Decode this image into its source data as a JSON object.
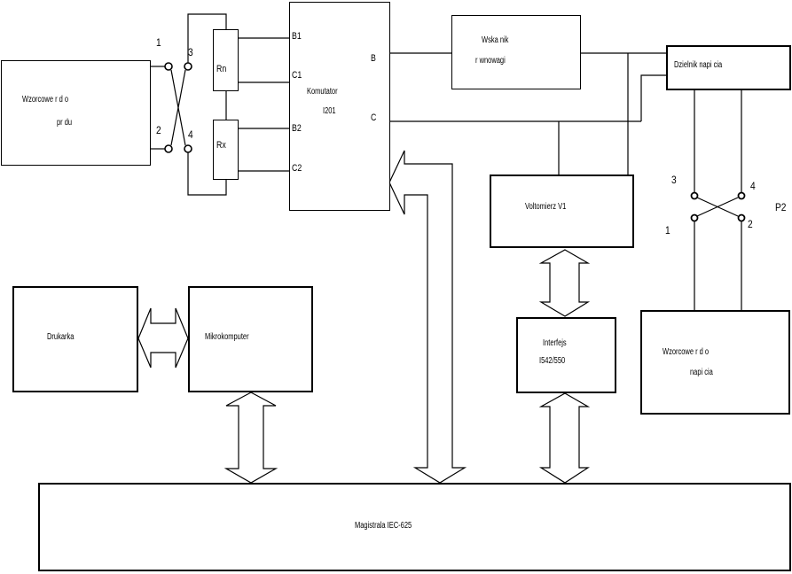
{
  "colors": {
    "line": "#000000",
    "background": "#ffffff"
  },
  "boxes": {
    "current_source": {
      "line1": "Wzorcowe r d o",
      "line2": "pr du"
    },
    "rn": {
      "label": "Rn"
    },
    "rx": {
      "label": "Rx"
    },
    "komutator": {
      "title": "Komutator",
      "model": "I201",
      "b1": "B1",
      "c1": "C1",
      "b2": "B2",
      "c2": "C2",
      "b": "B",
      "c": "C"
    },
    "balance_indicator": {
      "line1": "Wska nik",
      "line2": "r wnowagi"
    },
    "voltage_divider": {
      "label": "Dzielnik napi cia"
    },
    "voltmeter": {
      "label": "Voltomierz V1"
    },
    "interface": {
      "line1": "Interfejs",
      "line2": "I542/550"
    },
    "printer": {
      "label": "Drukarka"
    },
    "microcomputer": {
      "label": "Mikrokomputer"
    },
    "voltage_source": {
      "line1": "Wzorcowe r d o",
      "line2": "napi cia"
    },
    "bus": {
      "label": "Magistrala IEC-625"
    }
  },
  "switch1": {
    "t1": "1",
    "t2": "2",
    "t3": "3",
    "t4": "4"
  },
  "switch2": {
    "t1": "1",
    "t2": "2",
    "t3": "3",
    "t4": "4",
    "label": "P2"
  }
}
